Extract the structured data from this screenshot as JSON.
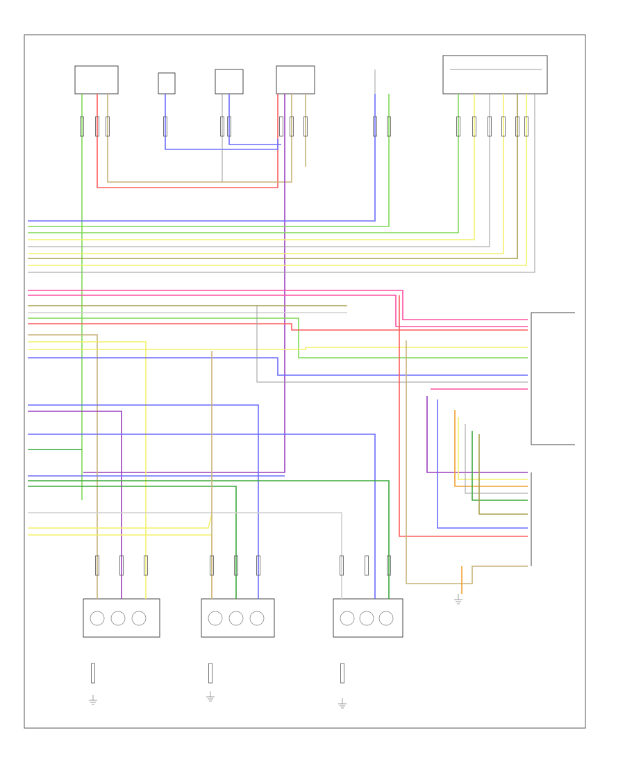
{
  "diagram": {
    "footer_code": "",
    "top_components": [
      {
        "id": "c1",
        "label": ""
      },
      {
        "id": "c2",
        "label": ""
      },
      {
        "id": "c3",
        "label": ""
      },
      {
        "id": "c4",
        "label": ""
      },
      {
        "id": "c5",
        "label": ""
      },
      {
        "id": "c6",
        "label": ""
      }
    ],
    "bottom_components": [
      {
        "id": "b1",
        "label": ""
      },
      {
        "id": "b2",
        "label": ""
      },
      {
        "id": "b3",
        "label": ""
      }
    ],
    "right_connectors": [
      {
        "id": "r1",
        "label": ""
      },
      {
        "id": "r2",
        "label": ""
      }
    ],
    "wire_colors": {
      "green": "#7ed957",
      "red": "#ff5b5b",
      "tan": "#c8b27a",
      "blue": "#6b6bff",
      "yellow": "#f4f06a",
      "gray": "#9a9a9a",
      "pink": "#ff4fa0",
      "purple": "#9b3fbf",
      "olive": "#a7a04a",
      "dkgreen": "#3aa83a",
      "orange": "#f0a030",
      "ltgray": "#cfcfcf",
      "black": "#222222"
    }
  }
}
